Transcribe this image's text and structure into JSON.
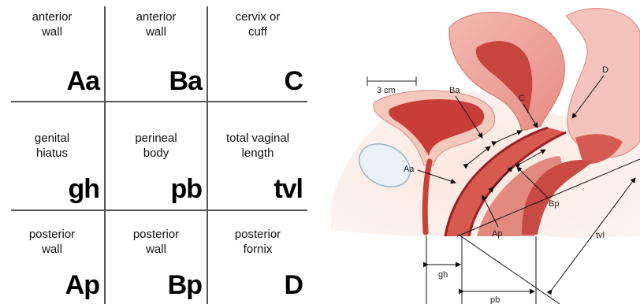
{
  "grid": {
    "cells": [
      {
        "label": "anterior\nwall",
        "code": "Aa"
      },
      {
        "label": "anterior\nwall",
        "code": "Ba"
      },
      {
        "label": "cervix or\ncuff",
        "code": "C"
      },
      {
        "label": "genital\nhiatus",
        "code": "gh"
      },
      {
        "label": "perineal\nbody",
        "code": "pb"
      },
      {
        "label": "total vaginal\nlength",
        "code": "tvl"
      },
      {
        "label": "posterior\nwall",
        "code": "Ap"
      },
      {
        "label": "posterior\nwall",
        "code": "Bp"
      },
      {
        "label": "posterior\nfornix",
        "code": "D"
      }
    ]
  },
  "diagram": {
    "labels": {
      "scale": "3 cm",
      "ba": "Ba",
      "c": "C",
      "d": "D",
      "aa": "Aa",
      "bp": "Bp",
      "ap": "Ap",
      "tvl": "tvl",
      "gh": "gh",
      "pb": "pb"
    },
    "colors": {
      "tissue_light": "#f6d3c9",
      "tissue_mid": "#e9a79b",
      "tissue_dark": "#c9453f",
      "lumen": "#b3242c",
      "bladder_fill": "#e6f0f8",
      "background_glow": "#fbe9e2"
    }
  }
}
